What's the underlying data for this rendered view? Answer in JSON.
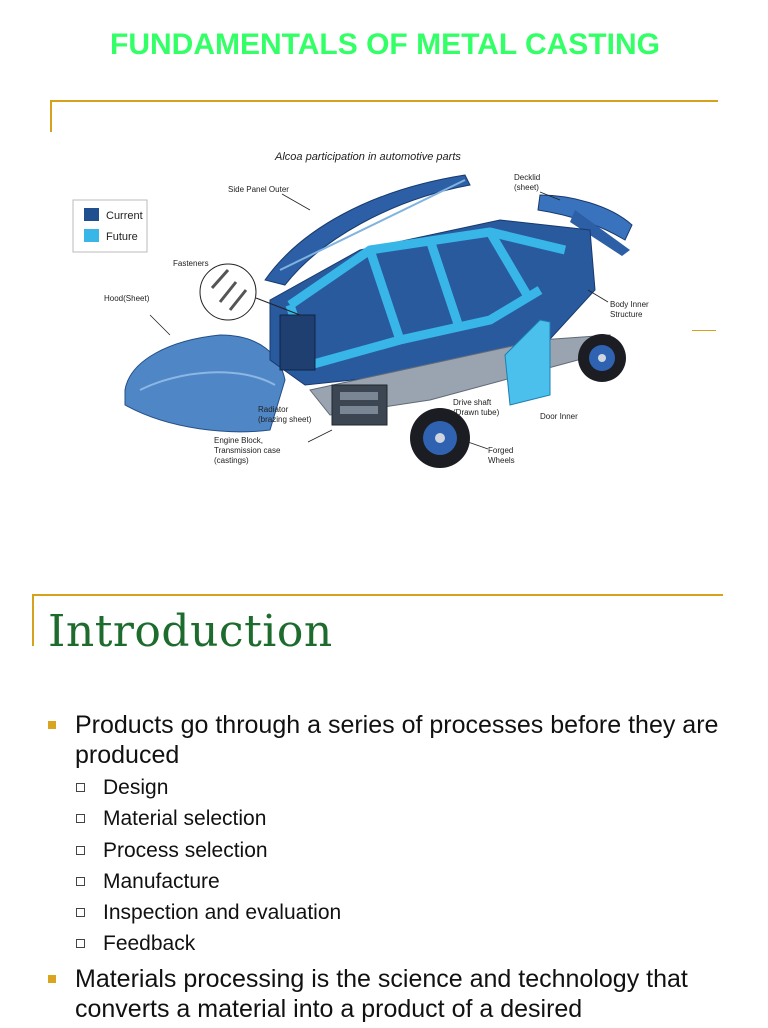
{
  "slide1": {
    "title": "FUNDAMENTALS OF METAL CASTING",
    "figure": {
      "caption": "Alcoa participation in automotive parts",
      "legend": [
        {
          "label": "Current",
          "color": "#1f4f8f"
        },
        {
          "label": "Future",
          "color": "#39b6e8"
        }
      ],
      "labels": {
        "side_panel": "Side Panel Outer",
        "decklid_1": "Decklid",
        "decklid_2": "(sheet)",
        "fasteners": "Fasteners",
        "hood": "Hood(Sheet)",
        "body_inner_1": "Body Inner",
        "body_inner_2": "Structure",
        "radiator_1": "Radiator",
        "radiator_2": "(brazing sheet)",
        "drive_shaft_1": "Drive shaft",
        "drive_shaft_2": "(Drawn tube)",
        "door_inner": "Door Inner",
        "engine_1": "Engine Block,",
        "engine_2": "Transmission case",
        "engine_3": "(castings)",
        "wheels_1": "Forged",
        "wheels_2": "Wheels"
      }
    },
    "accent_color": "#d6a21c",
    "title_color": "#33ff66"
  },
  "slide2": {
    "title": "Introduction",
    "title_color": "#1e6b2e",
    "bullets": [
      {
        "text": "Products go through a series of processes before they are produced",
        "sub": [
          "Design",
          "Material selection",
          "Process selection",
          "Manufacture",
          "Inspection and evaluation",
          "Feedback"
        ]
      },
      {
        "text": "Materials processing is the science and technology that converts a material into a product of a desired",
        "sub": []
      }
    ]
  }
}
